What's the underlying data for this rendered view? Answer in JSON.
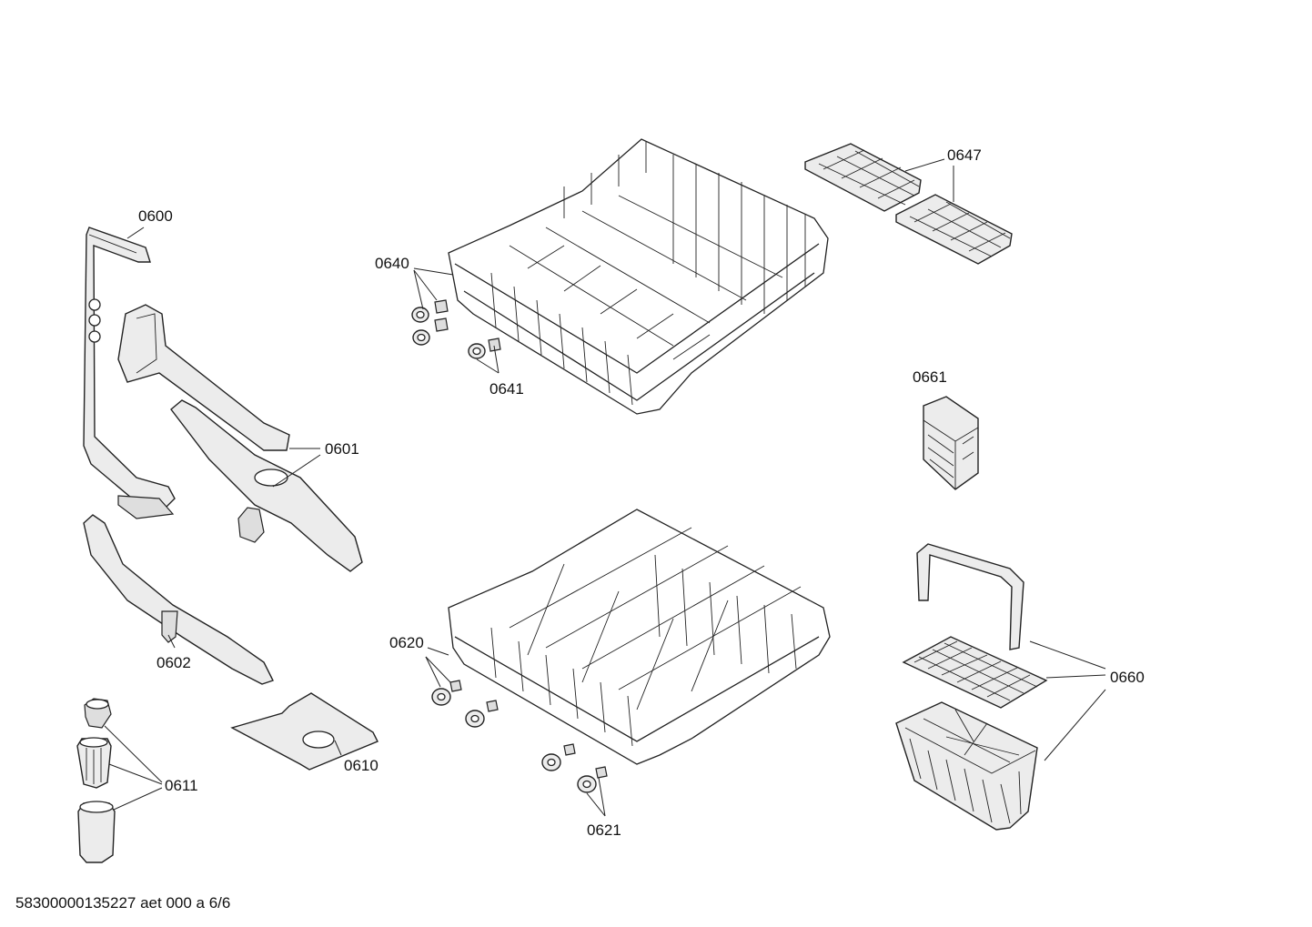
{
  "labels": {
    "p0600": "0600",
    "p0601": "0601",
    "p0602": "0602",
    "p0610": "0610",
    "p0611": "0611",
    "p0620": "0620",
    "p0621": "0621",
    "p0640": "0640",
    "p0641": "0641",
    "p0647": "0647",
    "p0660": "0660",
    "p0661": "0661"
  },
  "footer": "58300000135227 aet 000 a 6/6"
}
